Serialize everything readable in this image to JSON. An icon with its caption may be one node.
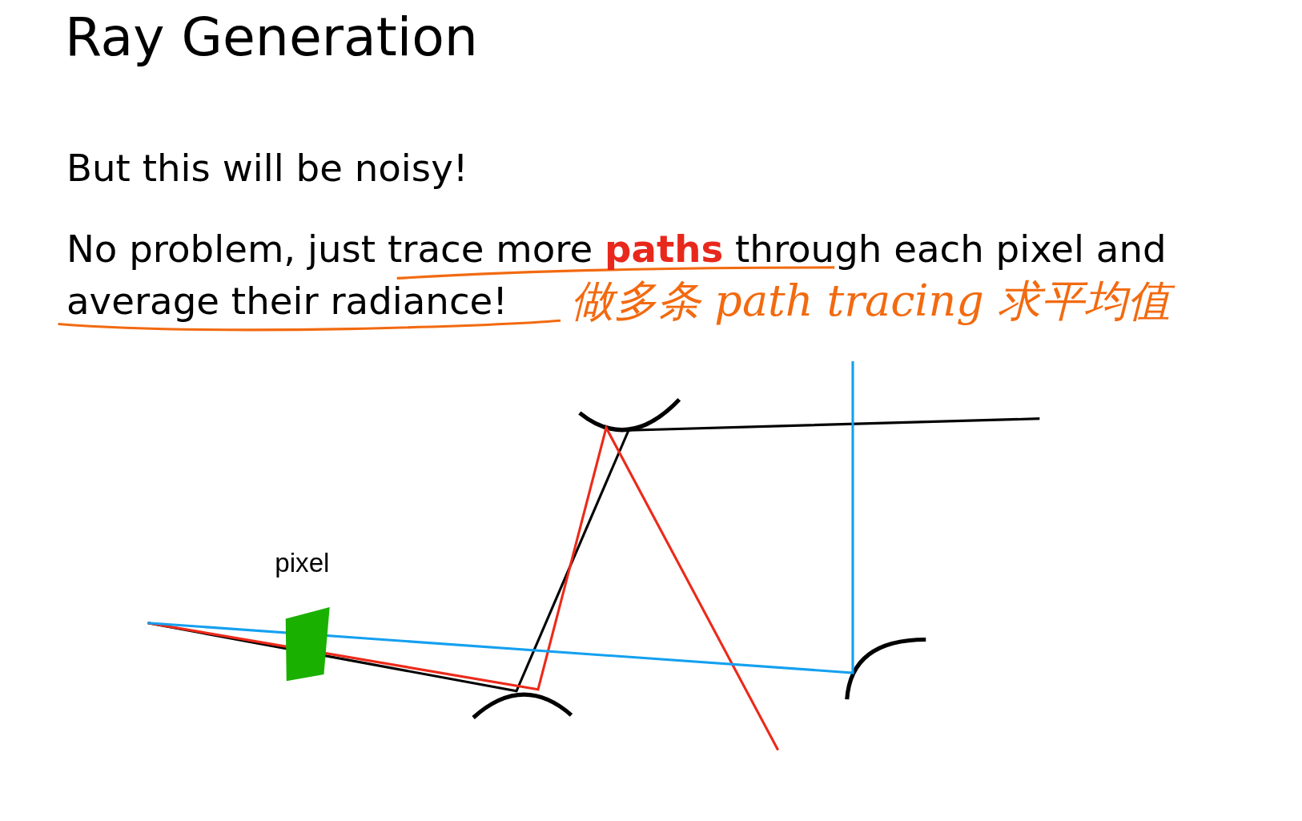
{
  "diagram": {
    "title": "Ray Generation",
    "labels": [
      "But this will be noisy!",
      "No problem, just trace more **paths** through each pixel and average their radiance!",
      "做多条 path tracing 求平均值",
      "pixel"
    ]
  }
}
